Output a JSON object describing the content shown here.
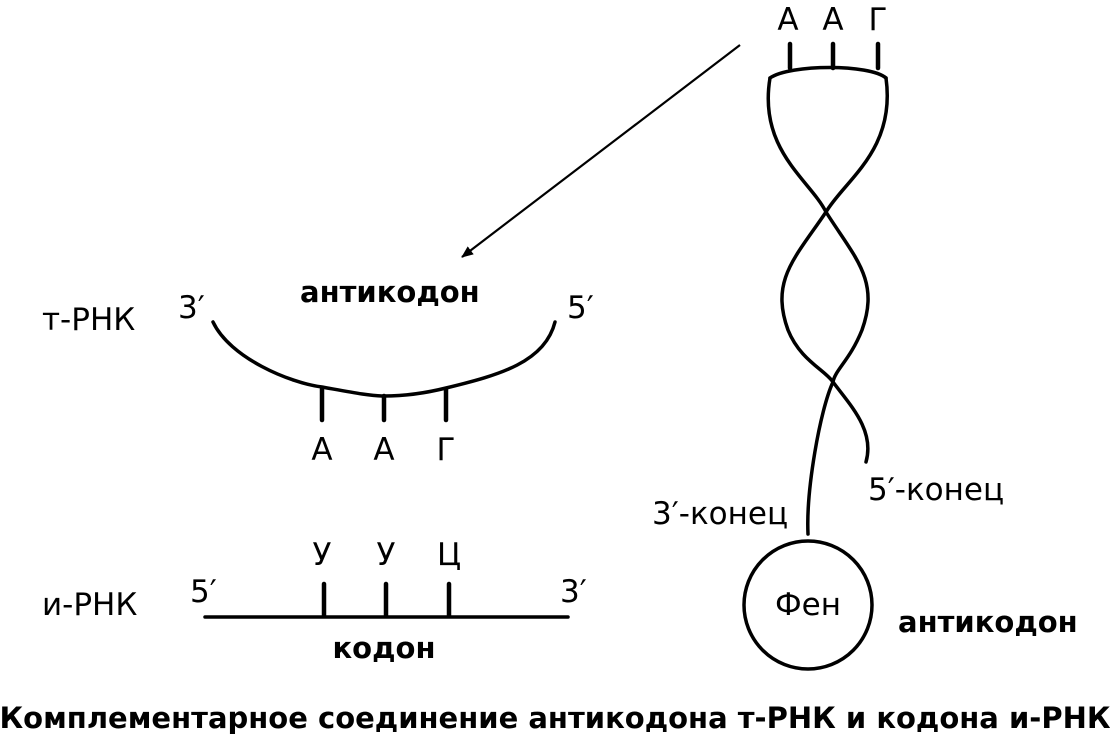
{
  "trna_section": {
    "label": "т-РНК",
    "end_left": "3′",
    "end_right": "5′",
    "anticodon_label": "антикодон",
    "bases": [
      "А",
      "А",
      "Г"
    ]
  },
  "mrna_section": {
    "label": "и-РНК",
    "end_left": "5′",
    "end_right": "3′",
    "codon_label": "кодон",
    "bases": [
      "У",
      "У",
      "Ц"
    ]
  },
  "trna_structure": {
    "top_bases": [
      "А",
      "А",
      "Г"
    ],
    "end_3_label": "3′-конец",
    "end_5_label": "5′-конец",
    "amino_acid": "Фен",
    "anticodon_label": "антикодон"
  },
  "caption": "Комплементарное соединение антикодона т-РНК и кодона и-РНК"
}
